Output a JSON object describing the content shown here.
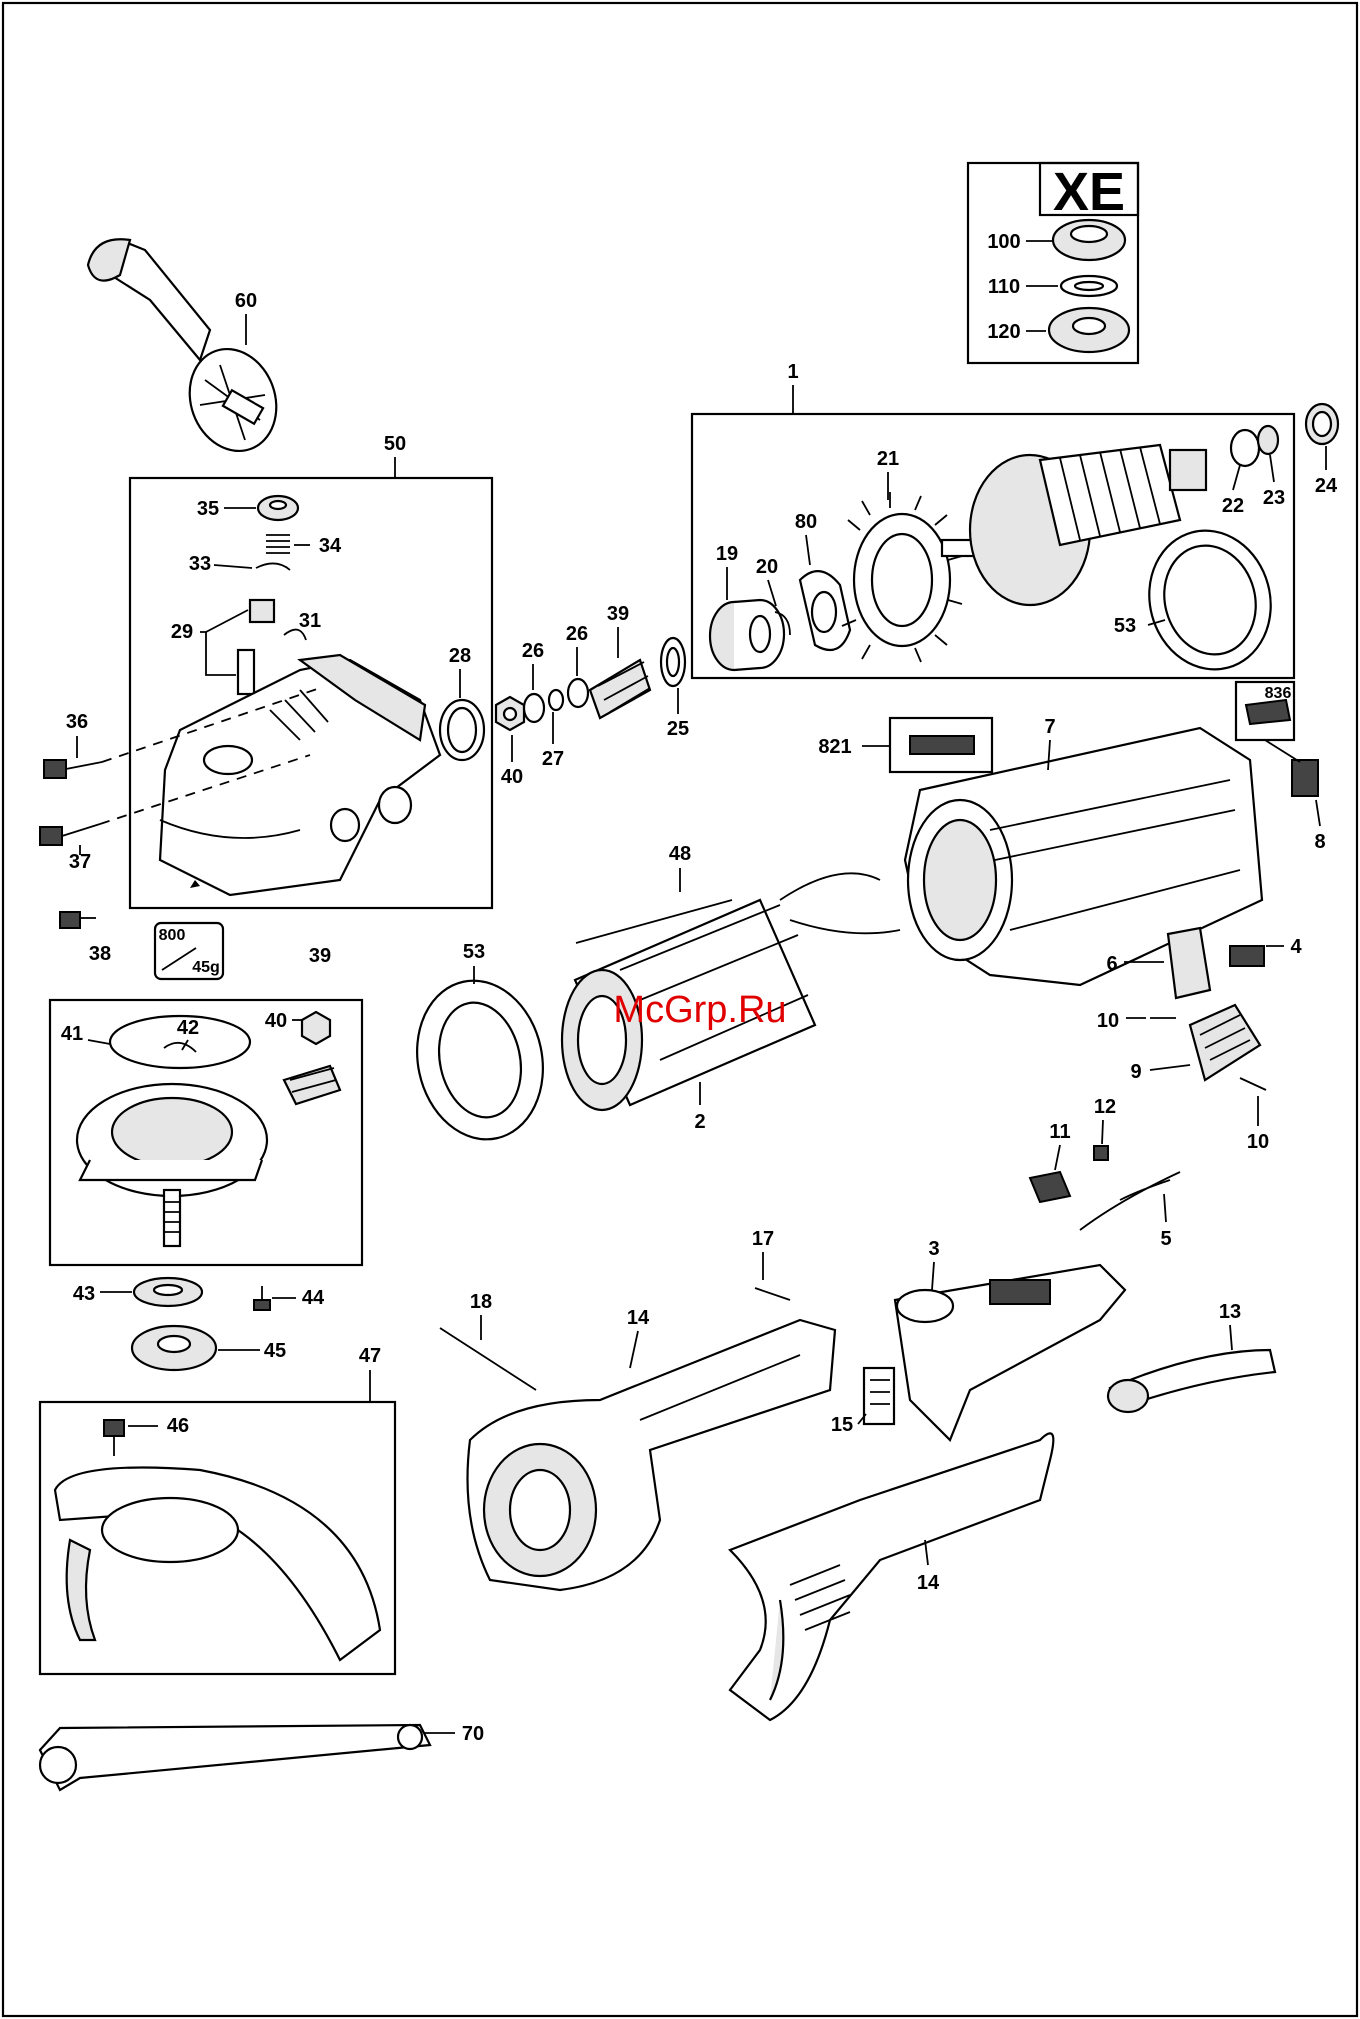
{
  "inset": {
    "title": "XE",
    "labels": [
      "100",
      "110",
      "120"
    ]
  },
  "labels": {
    "l1": "1",
    "l2": "2",
    "l3": "3",
    "l4": "4",
    "l5": "5",
    "l6": "6",
    "l7": "7",
    "l8": "8",
    "l9": "9",
    "l10a": "10",
    "l10b": "10",
    "l11": "11",
    "l12": "12",
    "l13": "13",
    "l14a": "14",
    "l14b": "14",
    "l15": "15",
    "l17": "17",
    "l18": "18",
    "l19": "19",
    "l20": "20",
    "l21": "21",
    "l22": "22",
    "l23": "23",
    "l24": "24",
    "l25": "25",
    "l26a": "26",
    "l26b": "26",
    "l27": "27",
    "l28": "28",
    "l29": "29",
    "l31": "31",
    "l33": "33",
    "l34": "34",
    "l35": "35",
    "l36": "36",
    "l37": "37",
    "l38": "38",
    "l39a": "39",
    "l39b": "39",
    "l40a": "40",
    "l40b": "40",
    "l41": "41",
    "l42": "42",
    "l43": "43",
    "l44": "44",
    "l45": "45",
    "l46": "46",
    "l47": "47",
    "l48": "48",
    "l50": "50",
    "l53a": "53",
    "l53b": "53",
    "l60": "60",
    "l70": "70",
    "l80": "80",
    "l800": "800",
    "l45g": "45g",
    "l821": "821",
    "l836": "836"
  },
  "watermark": "McGrp.Ru",
  "colors": {
    "watermark": "#e00000",
    "line": "#000000"
  }
}
